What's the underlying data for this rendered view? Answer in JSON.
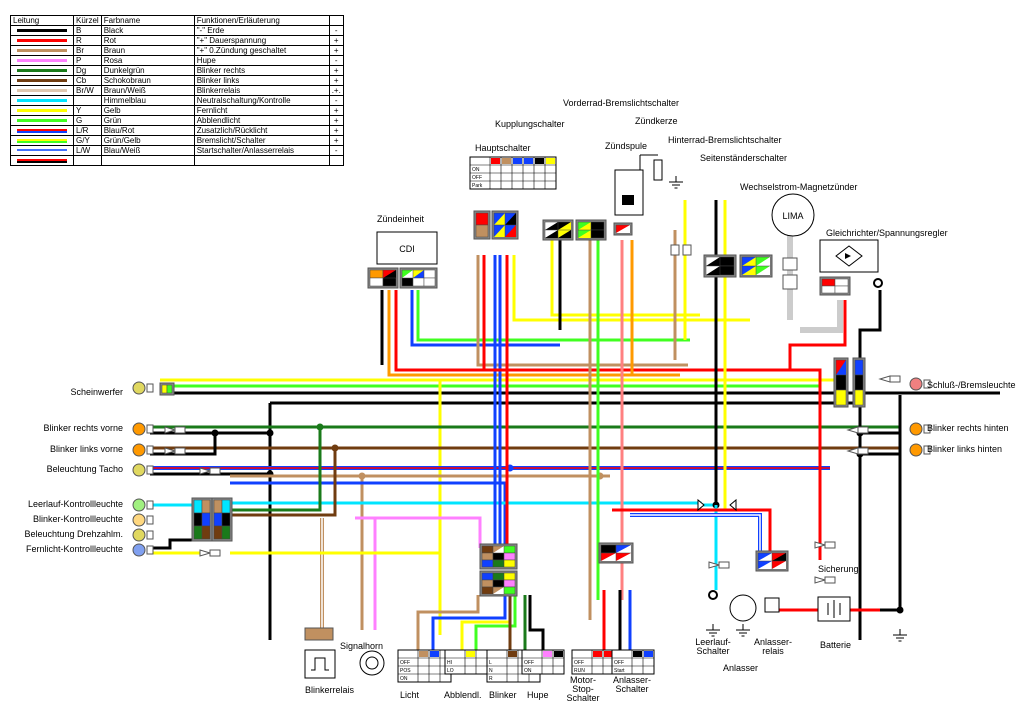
{
  "legend": {
    "headers": [
      "Leitung",
      "Kürzel",
      "Farbname",
      "Funktionen/Erläuterung",
      ""
    ],
    "rows": [
      {
        "code": "B",
        "name": "Black",
        "function": "\"-\" Erde",
        "polarity": "-",
        "colors": [
          "#000000"
        ]
      },
      {
        "code": "R",
        "name": "Rot",
        "function": "\"+\" Dauerspannung",
        "polarity": "+",
        "colors": [
          "#ff0000"
        ]
      },
      {
        "code": "Br",
        "name": "Braun",
        "function": "\"+\" 0.Zündung geschaltet",
        "polarity": "+",
        "colors": [
          "#c09060"
        ]
      },
      {
        "code": "P",
        "name": "Rosa",
        "function": "Hupe",
        "polarity": "-",
        "colors": [
          "#ff80ff"
        ]
      },
      {
        "code": "Dg",
        "name": "Dunkelgrün",
        "function": "Blinker rechts",
        "polarity": "+",
        "colors": [
          "#1a7a1a"
        ]
      },
      {
        "code": "Cb",
        "name": "Schokobraun",
        "function": "Blinker links",
        "polarity": "+",
        "colors": [
          "#703c10"
        ]
      },
      {
        "code": "Br/W",
        "name": "Braun/Weiß",
        "function": "Blinkerrelais",
        "polarity": ".+.",
        "colors": [
          "#e0c8b0"
        ]
      },
      {
        "code": "",
        "name": "Himmelblau",
        "function": "Neutralschaltung/Kontrolle",
        "polarity": "-",
        "colors": [
          "#00e5ff"
        ]
      },
      {
        "code": "Y",
        "name": "Gelb",
        "function": "Fernlicht",
        "polarity": "+",
        "colors": [
          "#ffff00"
        ]
      },
      {
        "code": "G",
        "name": "Grün",
        "function": "Abblendlicht",
        "polarity": "+",
        "colors": [
          "#40ff20"
        ]
      },
      {
        "code": "L/R",
        "name": "Blau/Rot",
        "function": "Zusatzlich/Rücklicht",
        "polarity": "+",
        "colors": [
          "#ff0000",
          "#1040ff"
        ]
      },
      {
        "code": "G/Y",
        "name": "Grün/Gelb",
        "function": "Bremslicht/Schalter",
        "polarity": "+",
        "colors": [
          "#ffff00",
          "#40ff20"
        ]
      },
      {
        "code": "L/W",
        "name": "Blau/Weiß",
        "function": "Startschalter/Anlasserrelais",
        "polarity": "-",
        "colors": [
          "#4070ff",
          "#ffffff"
        ]
      },
      {
        "code": "",
        "name": "",
        "function": "",
        "polarity": "",
        "colors": [
          "#ff0000",
          "#000000"
        ]
      }
    ]
  },
  "components": {
    "vorderrad_bremslichtschalter": "Vorderrad-Bremslichtschalter",
    "zuendkerze": "Zündkerze",
    "kupplungsschalter": "Kupplungschalter",
    "hinterrad_bremslichtschalter": "Hinterrad-Bremslichtschalter",
    "hauptschalter": "Hauptschalter",
    "zuendspule": "Zündspule",
    "seitenstaenderschalter": "Seitenständerschalter",
    "wechselstrom": "Wechselstrom-Magnetzünder",
    "lima": "LIMA",
    "gleichrichter": "Gleichrichter/Spannungsregler",
    "zuendeinheit": "Zündeinheit",
    "cdi": "CDI",
    "scheinwerfer": "Scheinwerfer",
    "blinker_rechts_vorne": "Blinker rechts vorne",
    "blinker_links_vorne": "Blinker links vorne",
    "beleuchtung_tacho": "Beleuchtung Tacho",
    "leerlauf_kontroll": "Leerlauf-Kontrollleuchte",
    "blinker_kontroll": "Blinker-Kontrollleuchte",
    "beleuchtung_drehzahl": "Beleuchtung Drehzahlm.",
    "fernlicht_kontroll": "Fernlicht-Kontrollleuchte",
    "schluss_bremsleuchte": "Schluß-/Bremsleuchte",
    "blinker_rechts_hinten": "Blinker rechts hinten",
    "blinker_links_hinten": "Blinker links hinten",
    "blinkerrelais": "Blinkerrelais",
    "signalhorn": "Signalhorn",
    "licht": "Licht",
    "abblendl": "Abblendl.",
    "blinker": "Blinker",
    "hupe": "Hupe",
    "motor_stop_1": "Motor-",
    "motor_stop_2": "Stop-",
    "motor_stop_3": "Schalter",
    "anlasser_schalter_1": "Anlasser-",
    "anlasser_schalter_2": "Schalter",
    "leerlauf_schalter_1": "Leerlauf-",
    "leerlauf_schalter_2": "Schalter",
    "anlasser_relais_1": "Anlasser-",
    "anlasser_relais_2": "relais",
    "anlasser": "Anlasser",
    "batterie": "Batterie",
    "sicherung": "Sicherung"
  },
  "switch_labels": {
    "hauptschalter": [
      "ON",
      "OFF",
      "Park"
    ],
    "licht": [
      "OFF",
      "POS",
      "ON"
    ],
    "abblend": [
      "HI",
      "LO"
    ],
    "blinker": [
      "L",
      "N",
      "R"
    ],
    "hupe": [
      "OFF",
      "ON"
    ],
    "motor_stop": [
      "OFF",
      "RUN"
    ],
    "anlasser": [
      "OFF",
      "Start"
    ]
  },
  "colors": {
    "black": "#000000",
    "red": "#ff0000",
    "brown": "#c09060",
    "pink": "#ff80ff",
    "darkgreen": "#1a7a1a",
    "chocolate": "#703c10",
    "brownwhite": "#e0c8b0",
    "skyblue": "#00e5ff",
    "yellow": "#ffff00",
    "green": "#40ff20",
    "blue": "#1040ff",
    "orange": "#ff9900",
    "lightred": "#ff8080"
  }
}
